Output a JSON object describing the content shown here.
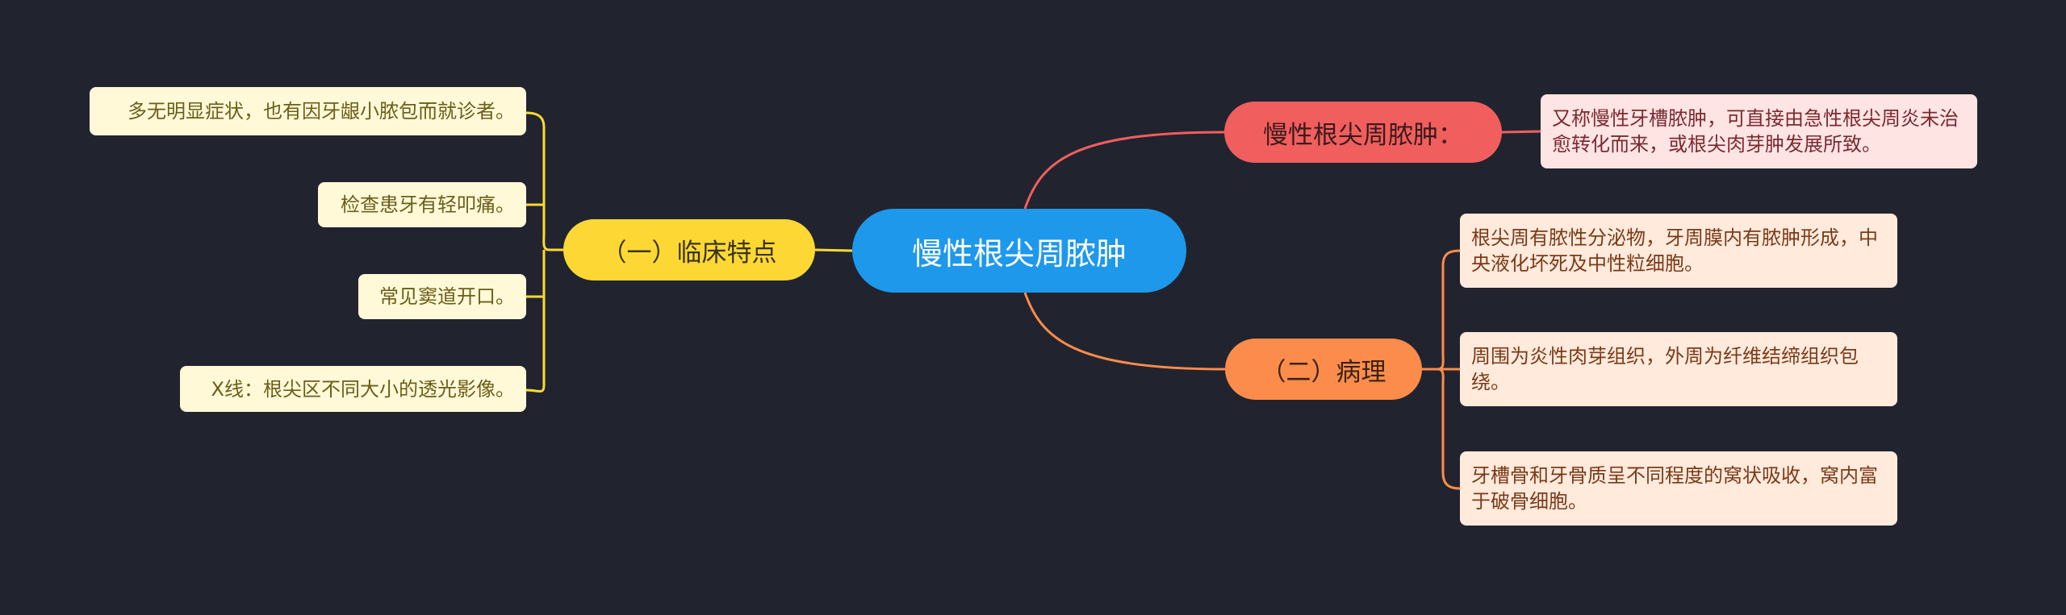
{
  "root": {
    "label": "慢性根尖周脓肿"
  },
  "branches": {
    "definition": {
      "label": "慢性根尖周脓肿：",
      "leaves": [
        "又称慢性牙槽脓肿，可直接由急性根尖周炎未治愈转化而来，或根尖肉芽肿发展所致。"
      ]
    },
    "clinical": {
      "label": "（一）临床特点",
      "leaves": [
        "多无明显症状，也有因牙龈小脓包而就诊者。",
        "检查患牙有轻叩痛。",
        "常见窦道开口。",
        "X线：根尖区不同大小的透光影像。"
      ]
    },
    "pathology": {
      "label": "（二）病理",
      "leaves": [
        "根尖周有脓性分泌物，牙周膜内有脓肿形成，中央液化坏死及中性粒细胞。",
        "周围为炎性肉芽组织，外周为纤维结缔组织包绕。",
        "牙槽骨和牙骨质呈不同程度的窝状吸收，窝内富于破骨细胞。"
      ]
    }
  },
  "colors": {
    "background": "#21242f",
    "root": "#1e98eb",
    "definition": "#f15e5e",
    "clinical": "#fdd835",
    "pathology": "#fb8c4b"
  }
}
